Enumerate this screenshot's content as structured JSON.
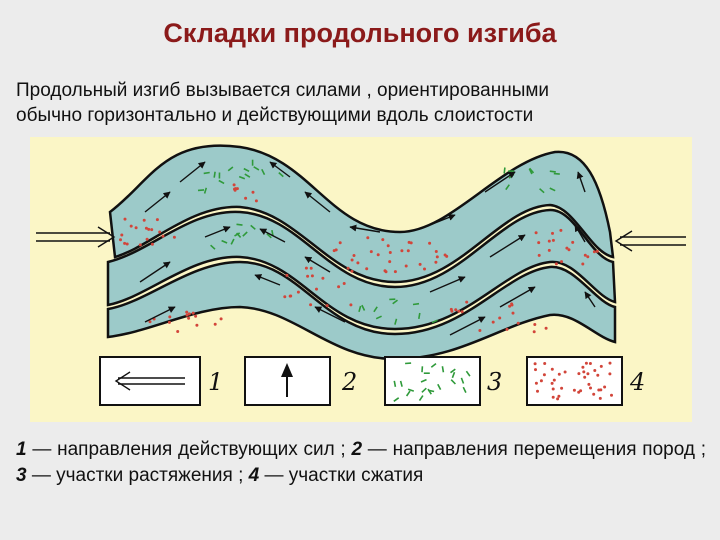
{
  "title": "Складки продольного изгиба",
  "intro_line1": "Продольный  изгиб  вызывается  силами ,  ориентированными",
  "intro_line2": "обычно горизонтально и действующими вдоль слоистости",
  "legend": {
    "item1": "1",
    "item2": "2",
    "item3": "3",
    "item4": "4"
  },
  "caption": {
    "n1": "1",
    "t1": " — направления действующих сил ; ",
    "n2": "2",
    "t2": " — направления перемещения пород ; ",
    "n3": "3",
    "t3": " — участки растяжения ; ",
    "n4": "4",
    "t4": " — участки сжатия"
  },
  "colors": {
    "title": "#8b1a1a",
    "figure_bg": "#fbf6c6",
    "layer_fill": "#9ccac9",
    "dots": "#d2453a",
    "dashes": "#2f9a3a"
  },
  "icons": [
    "force-arrow-icon",
    "movement-arrow-icon"
  ]
}
